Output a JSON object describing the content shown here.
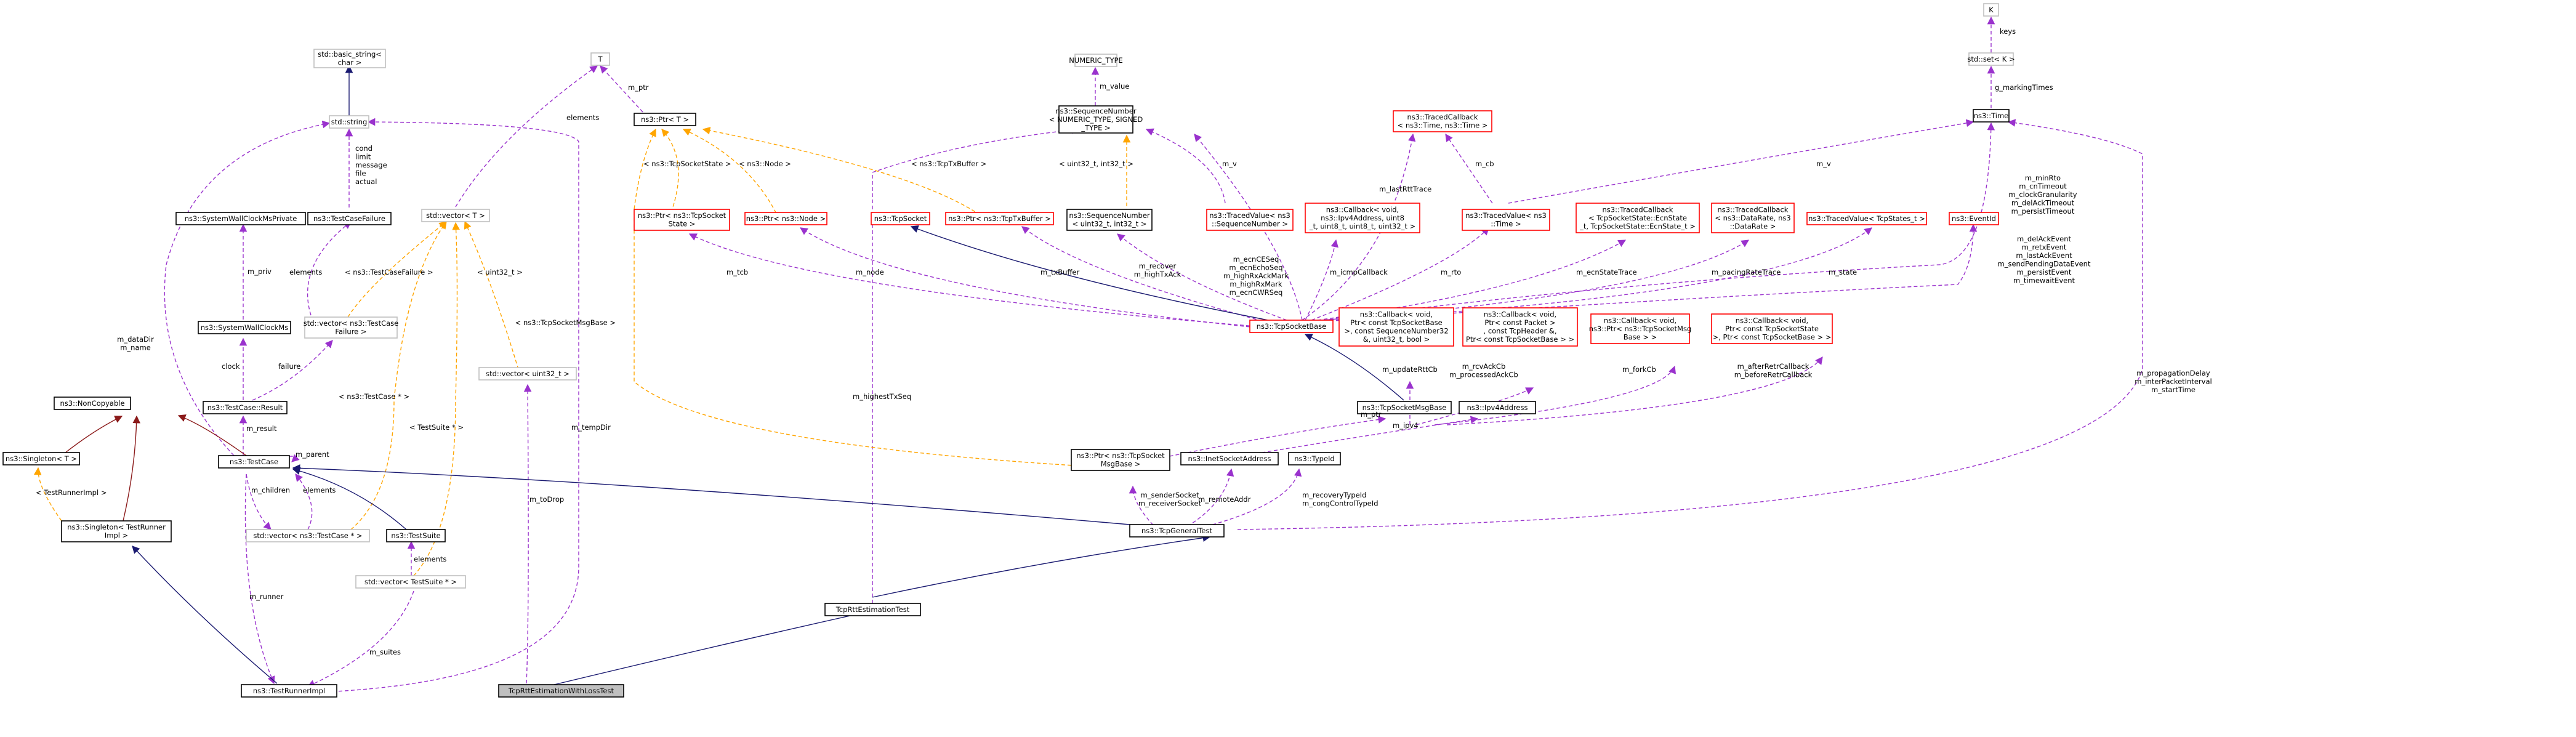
{
  "colors": {
    "box_black": "#000000",
    "box_red": "#ff0000",
    "box_gray": "#bfbfbf",
    "selected_fill": "#bfbfbf",
    "edge_usage": "#9a32cd",
    "edge_template": "#ffa500",
    "edge_inherit": "#191970",
    "edge_inherit_alt": "#8b1a1a"
  },
  "nodes": [
    {
      "id": "K",
      "lines": [
        "K"
      ],
      "style": "gray"
    },
    {
      "id": "stdsetK",
      "lines": [
        "std::set< K >"
      ],
      "style": "gray"
    },
    {
      "id": "Time",
      "lines": [
        "ns3::Time"
      ],
      "style": "black"
    },
    {
      "id": "T",
      "lines": [
        "T"
      ],
      "style": "gray"
    },
    {
      "id": "NUMERIC",
      "lines": [
        "NUMERIC_TYPE"
      ],
      "style": "gray"
    },
    {
      "id": "SeqNum",
      "lines": [
        "ns3::SequenceNumber",
        "< NUMERIC_TYPE, SIGNED",
        "_TYPE >"
      ],
      "style": "black"
    },
    {
      "id": "PtrT",
      "lines": [
        "ns3::Ptr< T >"
      ],
      "style": "black"
    },
    {
      "id": "basicstring",
      "lines": [
        "std::basic_string<",
        "char >"
      ],
      "style": "gray"
    },
    {
      "id": "stdstring",
      "lines": [
        "std::string"
      ],
      "style": "gray"
    },
    {
      "id": "TracedCbTime",
      "lines": [
        "ns3::TracedCallback",
        "< ns3::Time, ns3::Time >"
      ],
      "style": "red"
    },
    {
      "id": "vectorT",
      "lines": [
        "std::vector< T >"
      ],
      "style": "gray"
    },
    {
      "id": "SWCMPriv",
      "lines": [
        "ns3::SystemWallClockMsPrivate"
      ],
      "style": "black"
    },
    {
      "id": "TestCaseFailure",
      "lines": [
        "ns3::TestCaseFailure"
      ],
      "style": "black"
    },
    {
      "id": "PtrTcpSocketState",
      "lines": [
        "ns3::Ptr< ns3::TcpSocket",
        "State >"
      ],
      "style": "red"
    },
    {
      "id": "PtrNode",
      "lines": [
        "ns3::Ptr< ns3::Node >"
      ],
      "style": "red"
    },
    {
      "id": "TcpSocket",
      "lines": [
        "ns3::TcpSocket"
      ],
      "style": "red"
    },
    {
      "id": "PtrTcpTxBuffer",
      "lines": [
        "ns3::Ptr< ns3::TcpTxBuffer >"
      ],
      "style": "red"
    },
    {
      "id": "SeqNumU32",
      "lines": [
        "ns3::SequenceNumber",
        "< uint32_t, int32_t >"
      ],
      "style": "black"
    },
    {
      "id": "TracedValueSeq",
      "lines": [
        "ns3::TracedValue< ns3",
        "::SequenceNumber >"
      ],
      "style": "red"
    },
    {
      "id": "CbIpv4",
      "lines": [
        "ns3::Callback< void,",
        "ns3::Ipv4Address, uint8",
        "_t, uint8_t, uint8_t, uint32_t >"
      ],
      "style": "red"
    },
    {
      "id": "TracedValueTime",
      "lines": [
        "ns3::TracedValue< ns3",
        "::Time >"
      ],
      "style": "red"
    },
    {
      "id": "TracedCbEcn",
      "lines": [
        "ns3::TracedCallback",
        "< TcpSocketState::EcnState",
        "_t, TcpSocketState::EcnState_t >"
      ],
      "style": "red"
    },
    {
      "id": "TracedCbDataRate",
      "lines": [
        "ns3::TracedCallback",
        "< ns3::DataRate, ns3",
        "::DataRate >"
      ],
      "style": "red"
    },
    {
      "id": "TracedValueStates",
      "lines": [
        "ns3::TracedValue< TcpStates_t >"
      ],
      "style": "red"
    },
    {
      "id": "EventId",
      "lines": [
        "ns3::EventId"
      ],
      "style": "red"
    },
    {
      "id": "vecFailure",
      "lines": [
        "std::vector< ns3::TestCase",
        "Failure >"
      ],
      "style": "gray"
    },
    {
      "id": "SWCM",
      "lines": [
        "ns3::SystemWallClockMs"
      ],
      "style": "black"
    },
    {
      "id": "TcpSocketBase",
      "lines": [
        "ns3::TcpSocketBase"
      ],
      "style": "red"
    },
    {
      "id": "CbPtrSeq",
      "lines": [
        "ns3::Callback< void,",
        "Ptr< const TcpSocketBase",
        ">, const SequenceNumber32",
        "&, uint32_t, bool >"
      ],
      "style": "red"
    },
    {
      "id": "CbPacket",
      "lines": [
        "ns3::Callback< void,",
        "Ptr< const Packet >",
        ", const TcpHeader &,",
        "Ptr< const TcpSocketBase > >"
      ],
      "style": "red"
    },
    {
      "id": "CbMsgBase",
      "lines": [
        "ns3::Callback< void,",
        "ns3::Ptr< ns3::TcpSocketMsg",
        "Base > >"
      ],
      "style": "red"
    },
    {
      "id": "CbState",
      "lines": [
        "ns3::Callback< void,",
        "Ptr< const TcpSocketState",
        ">, Ptr< const TcpSocketBase > >"
      ],
      "style": "red"
    },
    {
      "id": "NonCopyable",
      "lines": [
        "ns3::NonCopyable"
      ],
      "style": "black"
    },
    {
      "id": "Result",
      "lines": [
        "ns3::TestCase::Result"
      ],
      "style": "black"
    },
    {
      "id": "vecU32",
      "lines": [
        "std::vector< uint32_t >"
      ],
      "style": "gray"
    },
    {
      "id": "TcpSocketMsgBase",
      "lines": [
        "ns3::TcpSocketMsgBase"
      ],
      "style": "black"
    },
    {
      "id": "Ipv4Address",
      "lines": [
        "ns3::Ipv4Address"
      ],
      "style": "black"
    },
    {
      "id": "SingletonT",
      "lines": [
        "ns3::Singleton< T >"
      ],
      "style": "black"
    },
    {
      "id": "TestCase",
      "lines": [
        "ns3::TestCase"
      ],
      "style": "black"
    },
    {
      "id": "PtrMsgBase",
      "lines": [
        "ns3::Ptr< ns3::TcpSocket",
        "MsgBase >"
      ],
      "style": "black"
    },
    {
      "id": "InetSocketAddress",
      "lines": [
        "ns3::InetSocketAddress"
      ],
      "style": "black"
    },
    {
      "id": "TypeId",
      "lines": [
        "ns3::TypeId"
      ],
      "style": "black"
    },
    {
      "id": "SingletonRunner",
      "lines": [
        "ns3::Singleton< TestRunner",
        "Impl >"
      ],
      "style": "black"
    },
    {
      "id": "vecTestCase",
      "lines": [
        "std::vector< ns3::TestCase * >"
      ],
      "style": "gray"
    },
    {
      "id": "TestSuite",
      "lines": [
        "ns3::TestSuite"
      ],
      "style": "black"
    },
    {
      "id": "TcpGeneralTest",
      "lines": [
        "ns3::TcpGeneralTest"
      ],
      "style": "black"
    },
    {
      "id": "vecTestSuite",
      "lines": [
        "std::vector< TestSuite * >"
      ],
      "style": "gray"
    },
    {
      "id": "TcpRttEst",
      "lines": [
        "TcpRttEstimationTest"
      ],
      "style": "black"
    },
    {
      "id": "TestRunnerImpl",
      "lines": [
        "ns3::TestRunnerImpl"
      ],
      "style": "black"
    },
    {
      "id": "TcpRttLoss",
      "lines": [
        "TcpRttEstimationWithLossTest"
      ],
      "style": "selected"
    }
  ],
  "edge_labels": [
    {
      "id": "keys",
      "lines": [
        "keys"
      ]
    },
    {
      "id": "g_markingTimes",
      "lines": [
        "g_markingTimes"
      ]
    },
    {
      "id": "m_value",
      "lines": [
        "m_value"
      ]
    },
    {
      "id": "m_ptr1",
      "lines": [
        "m_ptr"
      ]
    },
    {
      "id": "elements1",
      "lines": [
        "elements"
      ]
    },
    {
      "id": "m_cb",
      "lines": [
        "m_cb"
      ]
    },
    {
      "id": "m_v1",
      "lines": [
        "m_v"
      ]
    },
    {
      "id": "m_v2",
      "lines": [
        "m_v"
      ]
    },
    {
      "id": "tx_buffer_tpl",
      "lines": [
        "< ns3::TcpTxBuffer >"
      ]
    },
    {
      "id": "tcpsocketstate_tpl",
      "lines": [
        "< ns3::TcpSocketState >"
      ]
    },
    {
      "id": "node_tpl",
      "lines": [
        "< ns3::Node >"
      ]
    },
    {
      "id": "u32_i32_tpl",
      "lines": [
        "< uint32_t, int32_t >"
      ]
    },
    {
      "id": "tcfields",
      "lines": [
        "cond",
        "limit",
        "message",
        "file",
        "actual"
      ]
    },
    {
      "id": "m_priv",
      "lines": [
        "m_priv"
      ]
    },
    {
      "id": "elements2",
      "lines": [
        "elements"
      ]
    },
    {
      "id": "tcfailure_tpl",
      "lines": [
        "< ns3::TestCaseFailure >"
      ]
    },
    {
      "id": "u32_tpl",
      "lines": [
        "< uint32_t >"
      ]
    },
    {
      "id": "m_minRto",
      "lines": [
        "m_minRto",
        "m_cnTimeout",
        "m_clockGranularity",
        "m_delAckTimeout",
        "m_persistTimeout"
      ]
    },
    {
      "id": "m_delAckEvent",
      "lines": [
        "m_delAckEvent",
        "m_retxEvent",
        "m_lastAckEvent",
        "m_sendPendingDataEvent",
        "m_persistEvent",
        "m_timewaitEvent"
      ]
    },
    {
      "id": "m_lastRttTrace",
      "lines": [
        "m_lastRttTrace"
      ]
    },
    {
      "id": "m_ecnCESeq",
      "lines": [
        "m_ecnCESeq",
        "m_ecnEchoSeq",
        "m_highRxAckMark",
        "m_highRxMark",
        "m_ecnCWRSeq"
      ]
    },
    {
      "id": "m_icmpCallback",
      "lines": [
        "m_icmpCallback"
      ]
    },
    {
      "id": "m_recover",
      "lines": [
        "m_recover",
        "m_highTxAck"
      ]
    },
    {
      "id": "m_tcb",
      "lines": [
        "m_tcb"
      ]
    },
    {
      "id": "m_node",
      "lines": [
        "m_node"
      ]
    },
    {
      "id": "m_txBuffer",
      "lines": [
        "m_txBuffer"
      ]
    },
    {
      "id": "m_rto",
      "lines": [
        "m_rto"
      ]
    },
    {
      "id": "m_ecnStateTrace",
      "lines": [
        "m_ecnStateTrace"
      ]
    },
    {
      "id": "m_pacingRateTrace",
      "lines": [
        "m_pacingRateTrace"
      ]
    },
    {
      "id": "m_state",
      "lines": [
        "m_state"
      ]
    },
    {
      "id": "m_dataDir",
      "lines": [
        "m_dataDir",
        "m_name"
      ]
    },
    {
      "id": "clock",
      "lines": [
        "clock"
      ]
    },
    {
      "id": "failure",
      "lines": [
        "failure"
      ]
    },
    {
      "id": "m_result",
      "lines": [
        "m_result"
      ]
    },
    {
      "id": "msgbase_tpl",
      "lines": [
        "< ns3::TcpSocketMsgBase >"
      ]
    },
    {
      "id": "testcase_tpl",
      "lines": [
        "< ns3::TestCase * >"
      ]
    },
    {
      "id": "testsuite_tpl",
      "lines": [
        "< TestSuite * >"
      ]
    },
    {
      "id": "m_tempDir",
      "lines": [
        "m_tempDir"
      ]
    },
    {
      "id": "m_highestTxSeq",
      "lines": [
        "m_highestTxSeq"
      ]
    },
    {
      "id": "m_updateRttCb",
      "lines": [
        "m_updateRttCb"
      ]
    },
    {
      "id": "m_rcvAckCb",
      "lines": [
        "m_rcvAckCb",
        "m_processedAckCb"
      ]
    },
    {
      "id": "m_forkCb",
      "lines": [
        "m_forkCb"
      ]
    },
    {
      "id": "m_afterRetrCallback",
      "lines": [
        "m_afterRetrCallback",
        "m_beforeRetrCallback"
      ]
    },
    {
      "id": "m_propagationDelay",
      "lines": [
        "m_propagationDelay",
        "m_interPacketInterval",
        "m_startTime"
      ]
    },
    {
      "id": "m_ptr2",
      "lines": [
        "m_ptr"
      ]
    },
    {
      "id": "m_ipv4",
      "lines": [
        "m_ipv4"
      ]
    },
    {
      "id": "m_parent",
      "lines": [
        "m_parent"
      ]
    },
    {
      "id": "runnerimpl_tpl",
      "lines": [
        "< TestRunnerImpl >"
      ]
    },
    {
      "id": "m_children",
      "lines": [
        "m_children"
      ]
    },
    {
      "id": "elements3",
      "lines": [
        "elements"
      ]
    },
    {
      "id": "m_toDrop",
      "lines": [
        "m_toDrop"
      ]
    },
    {
      "id": "m_senderSocket",
      "lines": [
        "m_senderSocket",
        "m_receiverSocket"
      ]
    },
    {
      "id": "m_remoteAddr",
      "lines": [
        "m_remoteAddr"
      ]
    },
    {
      "id": "m_recoveryTypeId",
      "lines": [
        "m_recoveryTypeId",
        "m_congControlTypeId"
      ]
    },
    {
      "id": "elements4",
      "lines": [
        "elements"
      ]
    },
    {
      "id": "m_runner",
      "lines": [
        "m_runner"
      ]
    },
    {
      "id": "m_suites",
      "lines": [
        "m_suites"
      ]
    }
  ]
}
